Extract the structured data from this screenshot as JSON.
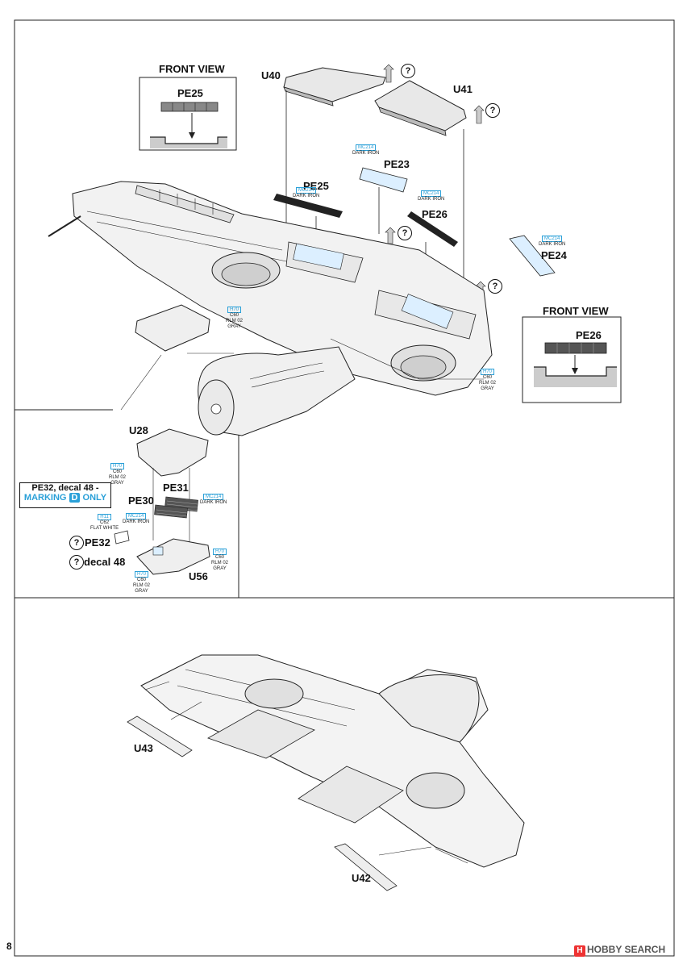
{
  "page_number": "8",
  "watermark": "HOBBY SEARCH",
  "front_view_titles": [
    "FRONT VIEW",
    "FRONT VIEW"
  ],
  "parts": {
    "u40": "U40",
    "u41": "U41",
    "pe23": "PE23",
    "pe25_a": "PE25",
    "pe25_b": "PE25",
    "pe26_a": "PE26",
    "pe26_b": "PE26",
    "pe24": "PE24",
    "u28": "U28",
    "pe31": "PE31",
    "pe30": "PE30",
    "pe32": "PE32",
    "decal48": "decal 48",
    "u56": "U56",
    "u43": "U43",
    "u42": "U42"
  },
  "paints": {
    "mc214_pe23": {
      "code": "MC214",
      "name": "DARK IRON"
    },
    "mc214_pe25": {
      "code": "MC214",
      "name": "DARK IRON"
    },
    "mc214_pe26": {
      "code": "MC214",
      "name": "DARK IRON"
    },
    "mc214_pe24": {
      "code": "MC214",
      "name": "DARK IRON"
    },
    "h70_top": {
      "code": "H70",
      "line1": "C60",
      "line2": "RLM 02",
      "line3": "GRAY"
    },
    "h70_right": {
      "code": "H70",
      "line1": "C60",
      "line2": "RLM 02",
      "line3": "GRAY"
    },
    "h70_u28": {
      "code": "H70",
      "line1": "C60",
      "line2": "RLM 02",
      "line3": "GRAY"
    },
    "mc214_pe31": {
      "code": "MC214",
      "name": "DARK IRON"
    },
    "mc214_pe30": {
      "code": "MC214",
      "name": "DARK IRON"
    },
    "h11": {
      "code": "H11",
      "line1": "C62",
      "line2": "FLAT WHITE"
    },
    "h70_u56_r": {
      "code": "H70",
      "line1": "C60",
      "line2": "RLM 02",
      "line3": "GRAY"
    },
    "h70_u56_b": {
      "code": "H70",
      "line1": "C60",
      "line2": "RLM 02",
      "line3": "GRAY"
    }
  },
  "marking_note": {
    "line1": "PE32, decal 48 -",
    "line2_pre": "MARKING",
    "letter": "D",
    "line2_post": "ONLY"
  },
  "question_mark": "?",
  "colors": {
    "accent_blue": "#2aa0d8",
    "pe_light": "#dcefff",
    "pe_dark": "#222222"
  }
}
